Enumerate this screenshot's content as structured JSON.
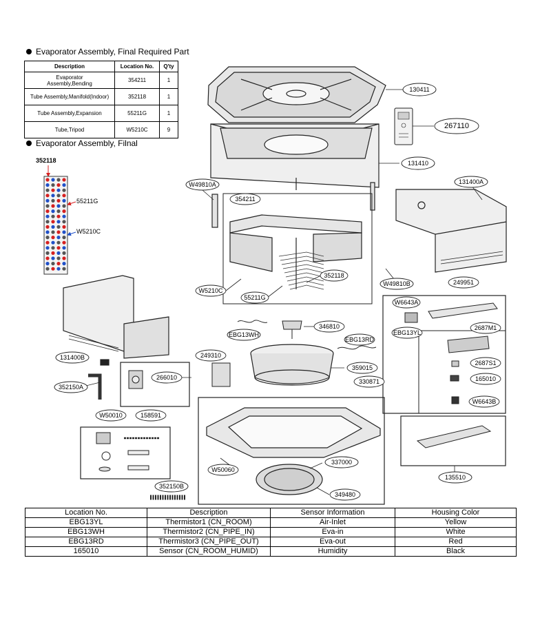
{
  "sections": {
    "required_title": "Evaporator Assembly, Final Required Part",
    "final_title": "Evaporator Assembly, Filnal"
  },
  "required_table": {
    "headers": [
      "Description",
      "Location No.",
      "Q'ty"
    ],
    "rows": [
      {
        "description": "Evaporator Assembly,Bending",
        "location": "354211",
        "qty": "1"
      },
      {
        "description": "Tube Assembly,Manifold(Indoor)",
        "location": "352118",
        "qty": "1"
      },
      {
        "description": "Tube Assembly,Expansion",
        "location": "55211G",
        "qty": "1"
      },
      {
        "description": "Tube,Tripod",
        "location": "W5210C",
        "qty": "9"
      }
    ]
  },
  "evaporator_labels": {
    "manifold": "352118",
    "expansion": "55211G",
    "tripod": "W5210C",
    "accent_red": "#d62020",
    "accent_blue": "#2050c8"
  },
  "part_labels": {
    "p130411": "130411",
    "p267110": "267110",
    "p131410": "131410",
    "pW49810A": "W49810A",
    "p354211": "354211",
    "p131400A": "131400A",
    "pW5210C": "W5210C",
    "p55211G": "55211G",
    "p352118": "352118",
    "pW49810B": "W49810B",
    "p249951": "249951",
    "pW6643A": "W6643A",
    "pEBG13WH": "EBG13WH",
    "p346810": "346810",
    "pEBG13YL": "EBG13YL",
    "pEBG13RD": "EBG13RD",
    "p2687M1": "2687M1",
    "p131400B": "131400B",
    "p249310": "249310",
    "p359015": "359015",
    "p2687S1": "2687S1",
    "p266010": "266010",
    "p352150A": "352150A",
    "p330871": "330871",
    "p165010": "165010",
    "pW6643B": "W6643B",
    "pW50010": "W50010",
    "p158591": "158591",
    "pW50060": "W50060",
    "p337000": "337000",
    "p135510": "135510",
    "p349480": "349480",
    "p352150B": "352150B"
  },
  "sensor_table": {
    "headers": [
      "Location No.",
      "Description",
      "Sensor Information",
      "Housing Color"
    ],
    "rows": [
      {
        "location": "EBG13YL",
        "description": "Thermistor1 (CN_ROOM)",
        "info": "Air-Inlet",
        "color": "Yellow"
      },
      {
        "location": "EBG13WH",
        "description": "Thermistor2 (CN_PIPE_IN)",
        "info": "Eva-in",
        "color": "White"
      },
      {
        "location": "EBG13RD",
        "description": "Thermistor3 (CN_PIPE_OUT)",
        "info": "Eva-out",
        "color": "Red"
      },
      {
        "location": "165010",
        "description": "Sensor (CN_ROOM_HUMID)",
        "info": "Humidity",
        "color": "Black"
      }
    ]
  }
}
